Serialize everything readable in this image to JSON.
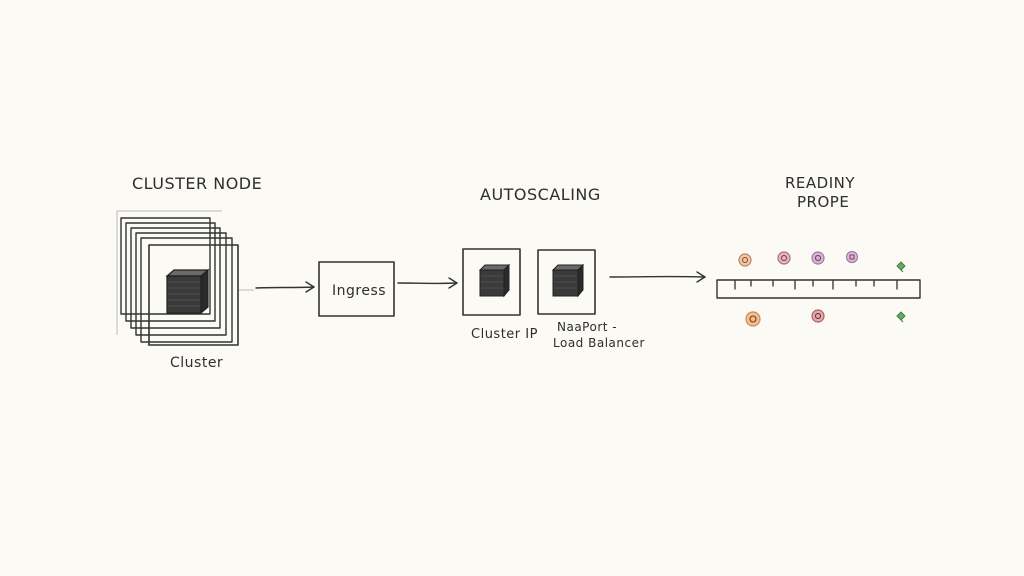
{
  "diagram": {
    "sections": {
      "cluster_node": {
        "title": "CLUSTER NODE",
        "caption": "Cluster"
      },
      "ingress": {
        "label": "Ingress"
      },
      "autoscaling": {
        "title": "AUTOSCALING",
        "service_1": {
          "caption": "Cluster IP"
        },
        "service_2": {
          "caption_line_1": "NaaPort -",
          "caption_line_2": "Load Balancer"
        }
      },
      "readiness_probe": {
        "title_line_1": "READINY",
        "title_line_2": "PROPE"
      }
    },
    "colors": {
      "background": "#fbfaf5",
      "ink": "#333333",
      "cube_dark": "#3a3a3a",
      "dot_orange": "#e0a060",
      "dot_pink": "#c87a9a",
      "dot_purple": "#9a7ab0",
      "dot_green": "#5a9a5a"
    },
    "icons": [
      "server-cube-icon",
      "probe-dot-icon",
      "green-leaf-icon"
    ]
  }
}
